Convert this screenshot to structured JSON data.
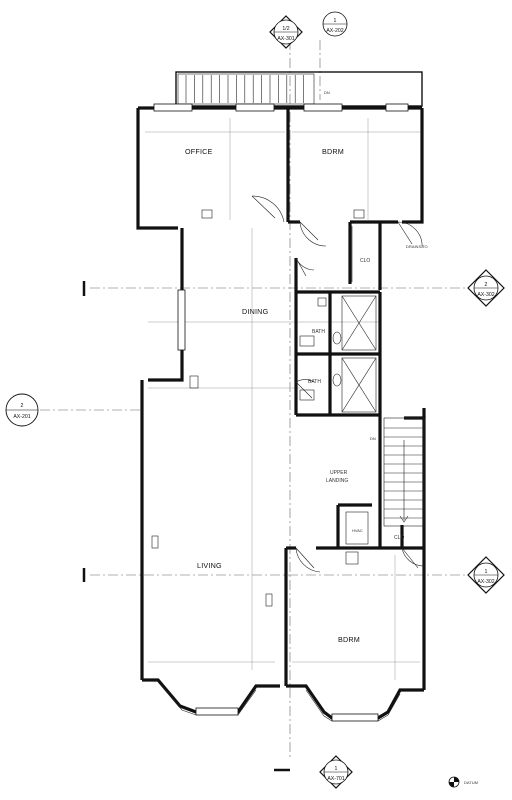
{
  "rooms": {
    "office": "OFFICE",
    "bdrm_rear": "BDRM",
    "dining": "DINING",
    "living": "LIVING",
    "bdrm_front": "BDRM",
    "bath_upper": "BATH",
    "bath_lower": "BATH",
    "clo_upper": "CLO",
    "clo_lower": "CLO",
    "upper_landing_line1": "UPPER",
    "upper_landing_line2": "LANDING"
  },
  "notes": {
    "dn_deck": "DN",
    "dn_stair": "DN",
    "hvac": "HVAC",
    "ducting": "DRAINS TO",
    "datum": "DATUM"
  },
  "section_markers": {
    "top_left": {
      "number": "1/2",
      "sheet": "AX-301"
    },
    "top_right": {
      "number": "1",
      "sheet": "AX-202"
    },
    "left": {
      "number": "2",
      "sheet": "AX-201"
    },
    "right_upper": {
      "number": "2",
      "sheet": "AX-302"
    },
    "right_lower": {
      "number": "1",
      "sheet": "AX-302"
    },
    "bottom": {
      "number": "1",
      "sheet": "AX-701"
    }
  }
}
